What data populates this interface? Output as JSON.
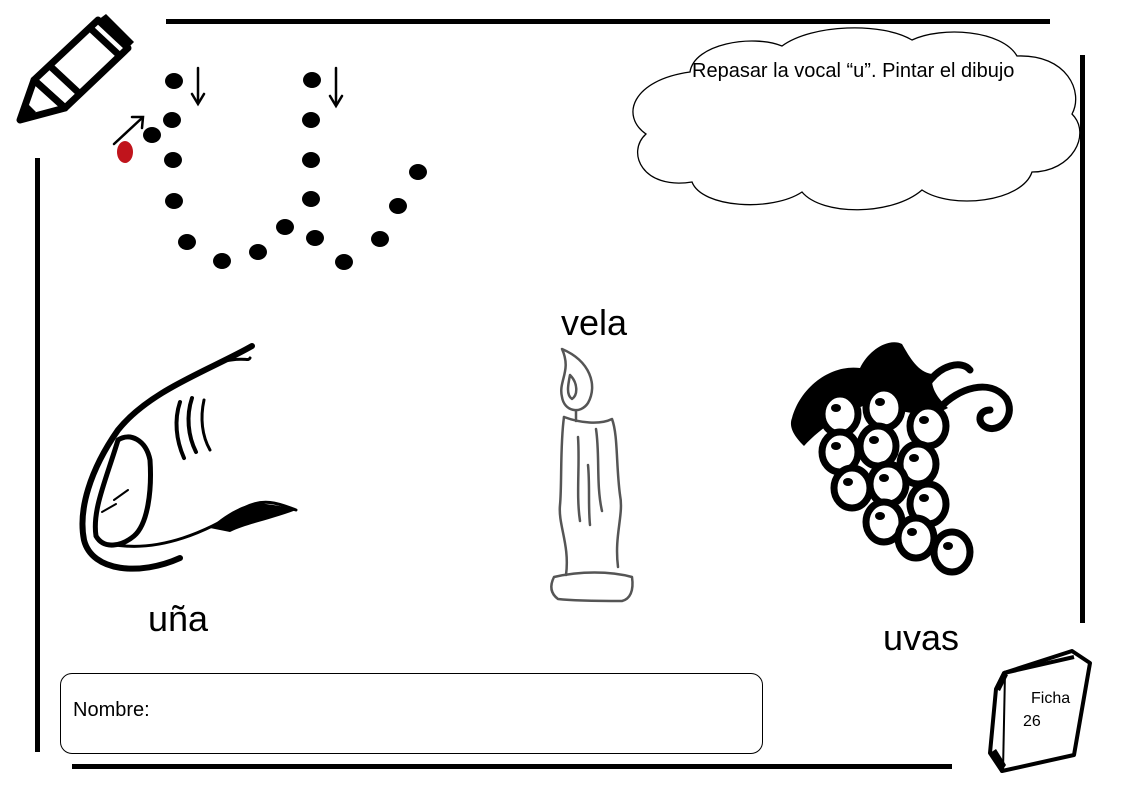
{
  "instruction": "Repasar la vocal “u”. Pintar el dibujo",
  "words": {
    "una": "uña",
    "vela": "vela",
    "uvas": "uvas"
  },
  "name_label": "Nombre:",
  "ficha_label": "Ficha",
  "ficha_number": "26",
  "icons": [
    "pencil-icon",
    "book-icon",
    "cloud-bubble",
    "nail-drawing",
    "candle-drawing",
    "grapes-drawing"
  ],
  "colors": {
    "start_dot": "#c0141c",
    "ink": "#000000"
  }
}
